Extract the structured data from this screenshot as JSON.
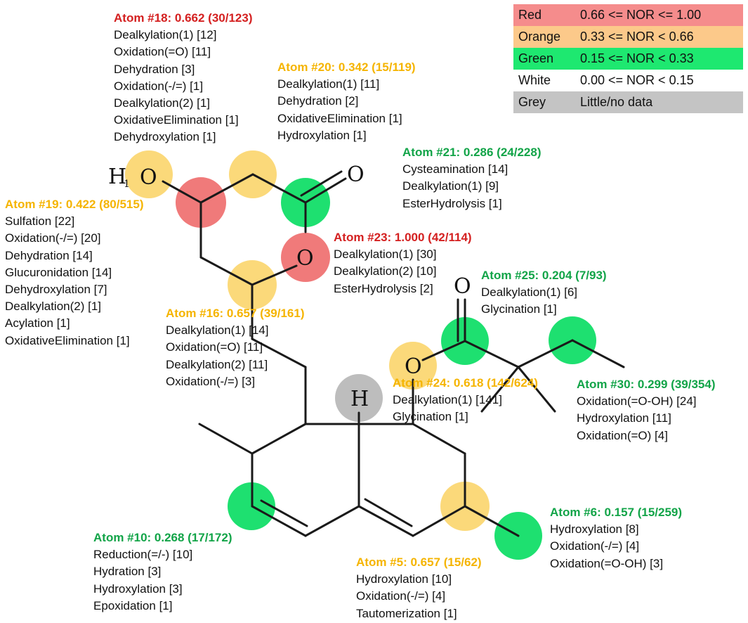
{
  "legend": [
    {
      "name": "Red",
      "range": "0.66 <= NOR <= 1.00",
      "color": "#f58c8c"
    },
    {
      "name": "Orange",
      "range": "0.33 <= NOR < 0.66",
      "color": "#fcc98a"
    },
    {
      "name": "Green",
      "range": "0.15 <= NOR < 0.33",
      "color": "#1ee870"
    },
    {
      "name": "White",
      "range": "0.00 <= NOR < 0.15",
      "color": "#ffffff"
    },
    {
      "name": "Grey",
      "range": "Little/no data",
      "color": "#c4c4c4"
    }
  ],
  "colors": {
    "red": "#d42020",
    "orange": "#f5b400",
    "green": "#12a448",
    "red_fill": "#f07a7a",
    "yellow_fill": "#fbd97a",
    "green_fill": "#1ee070",
    "grey_fill": "#bdbdbd"
  },
  "atom_labels": {
    "h1": "H",
    "h1_sub": "1",
    "o_top": "O",
    "o_ring": "O",
    "o_ester": "O",
    "o_carbonyl": "O",
    "h_mid": "H"
  },
  "annotations": {
    "atom18": {
      "title": "Atom #18: 0.662 (30/123)",
      "items": [
        "Dealkylation(1) [12]",
        "Oxidation(=O) [11]",
        "Dehydration [3]",
        "Oxidation(-/=) [1]",
        "Dealkylation(2) [1]",
        "OxidativeElimination [1]",
        "Dehydroxylation [1]"
      ]
    },
    "atom20": {
      "title": "Atom #20: 0.342 (15/119)",
      "items": [
        "Dealkylation(1) [11]",
        "Dehydration [2]",
        "OxidativeElimination [1]",
        "Hydroxylation [1]"
      ]
    },
    "atom21": {
      "title": "Atom #21: 0.286 (24/228)",
      "items": [
        "Cysteamination [14]",
        "Dealkylation(1) [9]",
        "EsterHydrolysis [1]"
      ]
    },
    "atom19": {
      "title": "Atom #19: 0.422 (80/515)",
      "items": [
        "Sulfation [22]",
        "Oxidation(-/=) [20]",
        "Dehydration [14]",
        "Glucuronidation [14]",
        "Dehydroxylation [7]",
        "Dealkylation(2) [1]",
        "Acylation [1]",
        "OxidativeElimination [1]"
      ]
    },
    "atom23": {
      "title": "Atom #23: 1.000 (42/114)",
      "items": [
        "Dealkylation(1) [30]",
        "Dealkylation(2) [10]",
        "EsterHydrolysis [2]"
      ]
    },
    "atom25": {
      "title": "Atom #25: 0.204 (7/93)",
      "items": [
        "Dealkylation(1) [6]",
        "Glycination [1]"
      ]
    },
    "atom16": {
      "title": "Atom #16: 0.657 (39/161)",
      "items": [
        "Dealkylation(1) [14]",
        "Oxidation(=O) [11]",
        "Dealkylation(2) [11]",
        "Oxidation(-/=) [3]"
      ]
    },
    "atom24": {
      "title": "Atom #24: 0.618 (142/624)",
      "items": [
        "Dealkylation(1) [141]",
        "Glycination [1]"
      ]
    },
    "atom30": {
      "title": "Atom #30: 0.299 (39/354)",
      "items": [
        "Oxidation(=O-OH) [24]",
        "Hydroxylation [11]",
        "Oxidation(=O) [4]"
      ]
    },
    "atom6": {
      "title": "Atom #6: 0.157 (15/259)",
      "items": [
        "Hydroxylation [8]",
        "Oxidation(-/=) [4]",
        "Oxidation(=O-OH) [3]"
      ]
    },
    "atom10": {
      "title": "Atom #10: 0.268 (17/172)",
      "items": [
        "Reduction(=/-) [10]",
        "Hydration [3]",
        "Hydroxylation [3]",
        "Epoxidation [1]"
      ]
    },
    "atom5": {
      "title": "Atom #5: 0.657 (15/62)",
      "items": [
        "Hydroxylation [10]",
        "Oxidation(-/=) [4]",
        "Tautomerization [1]"
      ]
    }
  }
}
